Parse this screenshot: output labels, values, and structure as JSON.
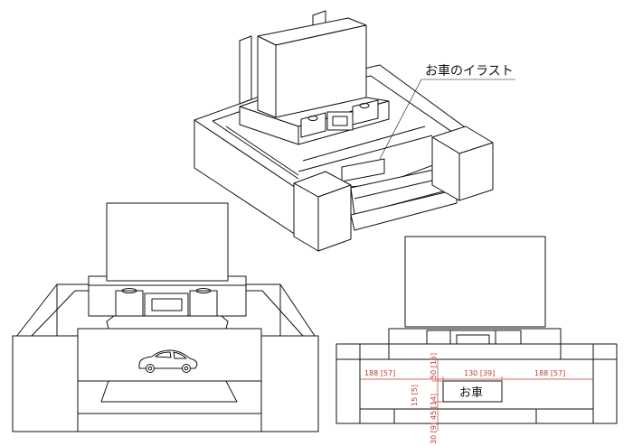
{
  "iso_view": {
    "callout_text": "お車のイラスト"
  },
  "plan_view": {
    "plate_text": "お車",
    "dimensions": {
      "left_width": "188 [57]",
      "plate_width": "130 [39]",
      "right_width": "188 [57]",
      "upper_height": "50 [15]",
      "plate_height": "45 [14]",
      "gap": "15 [5]",
      "lower_height": "30 [9]"
    }
  },
  "colors": {
    "line": "#111111",
    "dimension": "#c0392b",
    "background": "#ffffff"
  },
  "icons": {
    "front_illustration": "car-side-icon"
  }
}
